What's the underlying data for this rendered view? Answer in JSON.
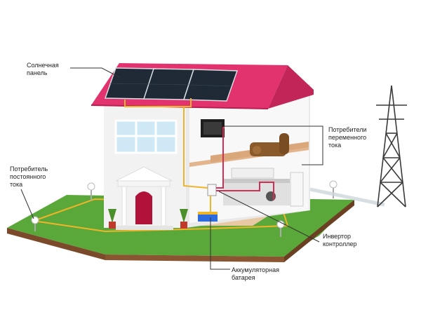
{
  "labels": {
    "solar_panel": "Солнечная\nпанель",
    "ac_consumers": "Потребители\nпеременного\nтока",
    "dc_consumers": "Потребитель\nпостоянного\nтока",
    "inverter": "Инвертор\nконтроллер",
    "battery": "Аккумуляторная\nбатарея"
  },
  "colors": {
    "roof": "#e3336e",
    "wall": "#f2f2f2",
    "grass": "#5aa83a",
    "soil": "#7a4a2a",
    "dc_wire": "#f0b429",
    "ac_wire": "#d32f55",
    "window": "#cfe8f6",
    "door": "#b0123a"
  }
}
